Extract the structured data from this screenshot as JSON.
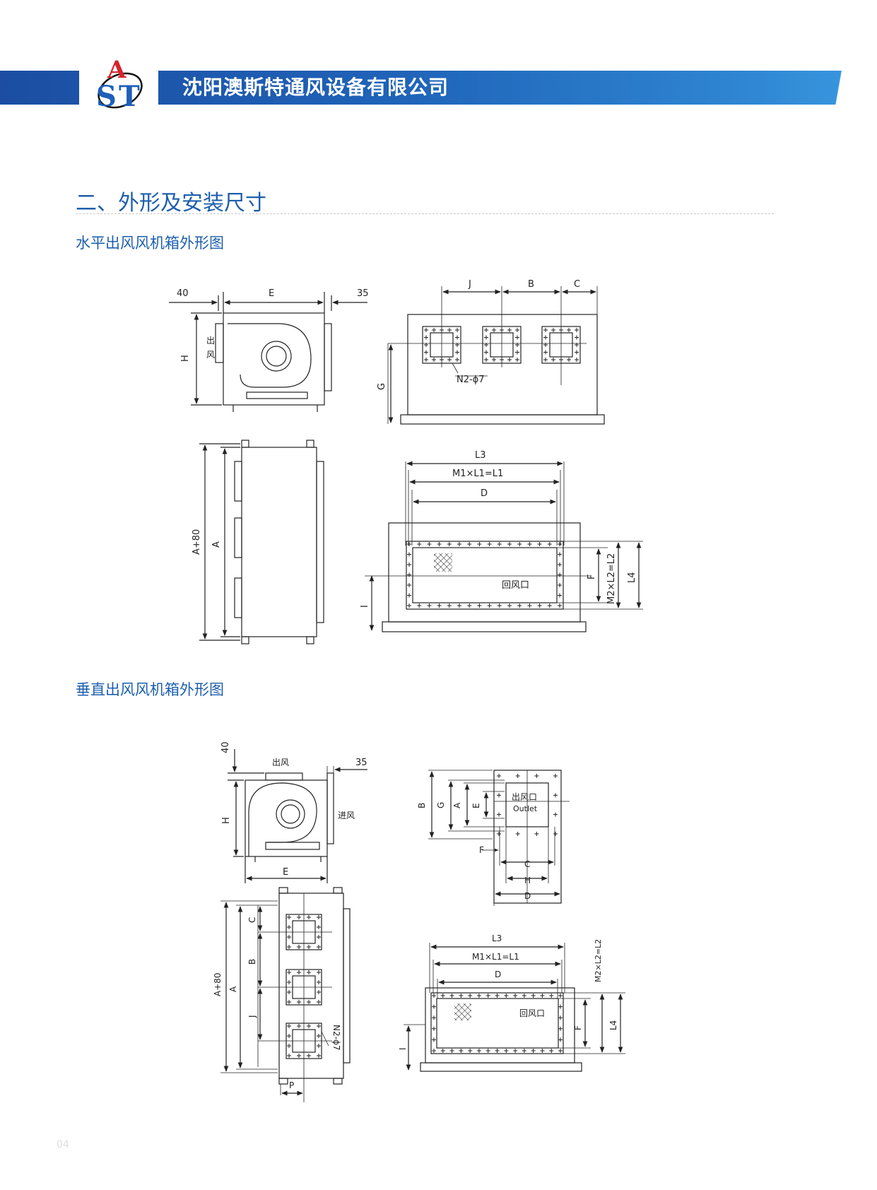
{
  "header": {
    "company_name": "沈阳澳斯特通风设备有限公司",
    "logo_letters": [
      "A",
      "S",
      "T"
    ],
    "brand_color": "#1f63b8"
  },
  "section": {
    "title": "二、外形及安装尺寸"
  },
  "horizontal": {
    "title": "水平出风风机箱外形图",
    "side": {
      "dim_left": "40",
      "dim_top": "E",
      "dim_right": "35",
      "dim_height": "H",
      "outlet_label": [
        "出",
        "风"
      ]
    },
    "front": {
      "dims": [
        "J",
        "B",
        "C"
      ],
      "dim_g": "G",
      "hole_label": "N2-ϕ7"
    },
    "plan": {
      "outer": "A+80",
      "inner": "A"
    },
    "rear": {
      "l3": "L3",
      "m1": "M1×L1=L1",
      "d": "D",
      "return_label": "回风口",
      "f": "F",
      "m2": "M2×L2=L2",
      "l4": "L4",
      "i": "I"
    }
  },
  "vertical": {
    "title": "垂直出风风机箱外形图",
    "side": {
      "dim_left": "40",
      "outlet": "出风",
      "dim_right": "35",
      "dim_height": "H",
      "inlet": "进风",
      "dim_width": "E"
    },
    "top": {
      "b": "B",
      "g": "G",
      "a": "A",
      "e": "E",
      "outlet_cn": "出风口",
      "outlet_en": "Outlet",
      "f": "F",
      "c": "C",
      "h": "H",
      "d": "D"
    },
    "plan": {
      "outer": "A+80",
      "inner": "A",
      "c": "C",
      "b": "B",
      "j": "J",
      "hole_label": "N2-ϕ7",
      "p": "P"
    },
    "rear": {
      "l3": "L3",
      "m1": "M1×L1=L1",
      "d": "D",
      "m2": "M2×L2=L2",
      "return_label": "回风口",
      "f": "F",
      "l4": "L4",
      "i": "I"
    }
  },
  "footer": {
    "page_number": "04"
  }
}
